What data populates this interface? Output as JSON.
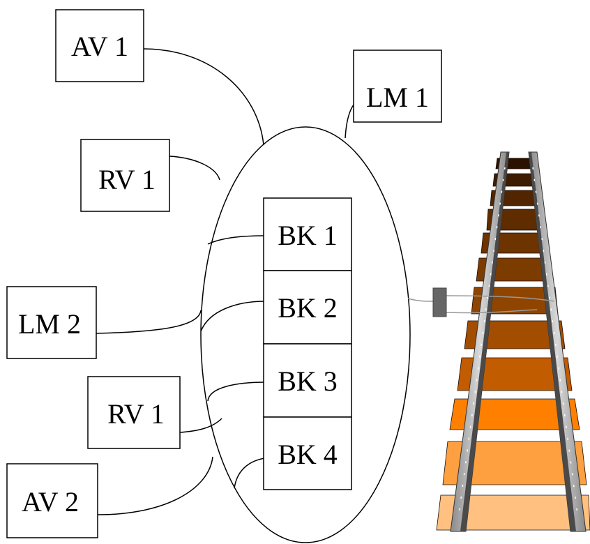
{
  "diagram": {
    "left_modules": [
      {
        "id": "av1",
        "label": "AV 1"
      },
      {
        "id": "rv1-top",
        "label": "RV 1"
      },
      {
        "id": "lm2",
        "label": "LM 2"
      },
      {
        "id": "rv1-bottom",
        "label": "RV 1"
      },
      {
        "id": "av2",
        "label": "AV 2"
      }
    ],
    "right_module": {
      "id": "lm1",
      "label": "LM 1"
    },
    "blocks": [
      {
        "id": "bk1",
        "label": "BK 1"
      },
      {
        "id": "bk2",
        "label": "BK 2"
      },
      {
        "id": "bk3",
        "label": "BK 3"
      },
      {
        "id": "bk4",
        "label": "BK 4"
      }
    ],
    "colors": {
      "outline": "#000000",
      "rail": "#b5b5b5",
      "sensor": "#666666",
      "sleeper_far": "#2b1200",
      "sleeper_mid": "#a34d00",
      "sleeper_orange": "#ff8000",
      "sleeper_near": "#ffc080"
    }
  }
}
